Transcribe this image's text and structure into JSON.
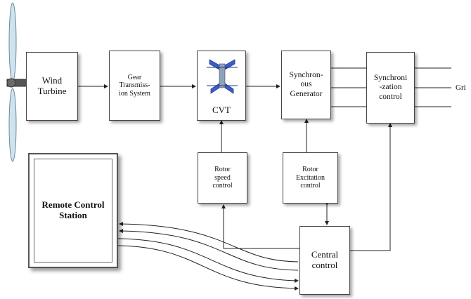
{
  "blocks": {
    "wind_turbine": "Wind\nTurbine",
    "gear_transmission": "Gear\nTransmiss-\nion System",
    "cvt": "CVT",
    "synchronous_generator": "Synchron-\nous\nGenerator",
    "synchronization_control": "Synchroni\n-zation\ncontrol",
    "rotor_speed_control": "Rotor\nspeed\ncontrol",
    "rotor_excitation_control": "Rotor\nExcitation\ncontrol",
    "central_control": "Central\ncontrol",
    "remote_control_station": "Remote Control\nStation"
  },
  "grid_label": "Gri",
  "colors": {
    "line": "#222222",
    "blade": "#cfe3ee",
    "cvt_blue": "#3a5fc8"
  }
}
